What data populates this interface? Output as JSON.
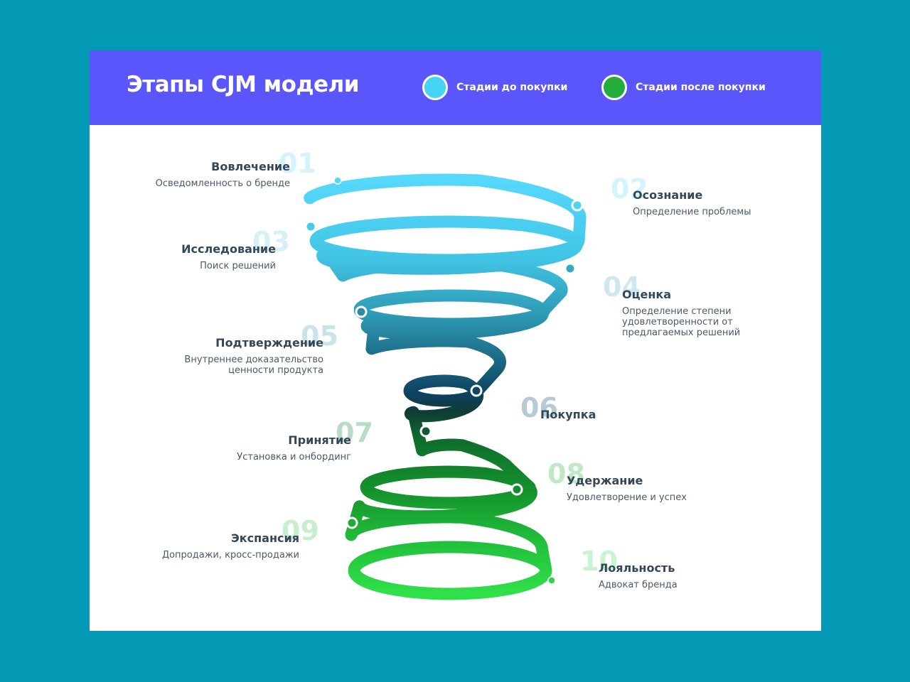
{
  "header": {
    "title": "Этапы CJM модели",
    "legend": [
      {
        "label": "Стадии до покупки",
        "color": "#45d3f6"
      },
      {
        "label": "Стадии после покупки",
        "color": "#22ad3c"
      }
    ]
  },
  "stages": [
    {
      "num": "01",
      "name": "Вовлечение",
      "desc": [
        "Осведомленность о бренде"
      ]
    },
    {
      "num": "02",
      "name": "Осознание",
      "desc": [
        "Определение проблемы"
      ]
    },
    {
      "num": "03",
      "name": "Исследование",
      "desc": [
        "Поиск решений"
      ]
    },
    {
      "num": "04",
      "name": "Оценка",
      "desc": [
        "Определение степени",
        "удовлетворенности от",
        "предлагаемых решений"
      ]
    },
    {
      "num": "05",
      "name": "Подтверждение",
      "desc": [
        "Внутреннее доказательство",
        "ценности продукта"
      ]
    },
    {
      "num": "06",
      "name": "Покупка",
      "desc": []
    },
    {
      "num": "07",
      "name": "Принятие",
      "desc": [
        "Установка и онбординг"
      ]
    },
    {
      "num": "08",
      "name": "Удержание",
      "desc": [
        "Удовлетворение и успех"
      ]
    },
    {
      "num": "09",
      "name": "Экспансия",
      "desc": [
        "Допродажи, кросс-продажи"
      ]
    },
    {
      "num": "10",
      "name": "Лояльность",
      "desc": [
        "Адвокат бренда"
      ]
    }
  ],
  "colors": {
    "background": "#049ab6",
    "header": "#5b55fc",
    "pre_purchase_light": "#4fd6fa",
    "pre_purchase_dark": "#0e4560",
    "post_purchase_dark": "#0c4a2a",
    "post_purchase_light": "#2fe048"
  }
}
